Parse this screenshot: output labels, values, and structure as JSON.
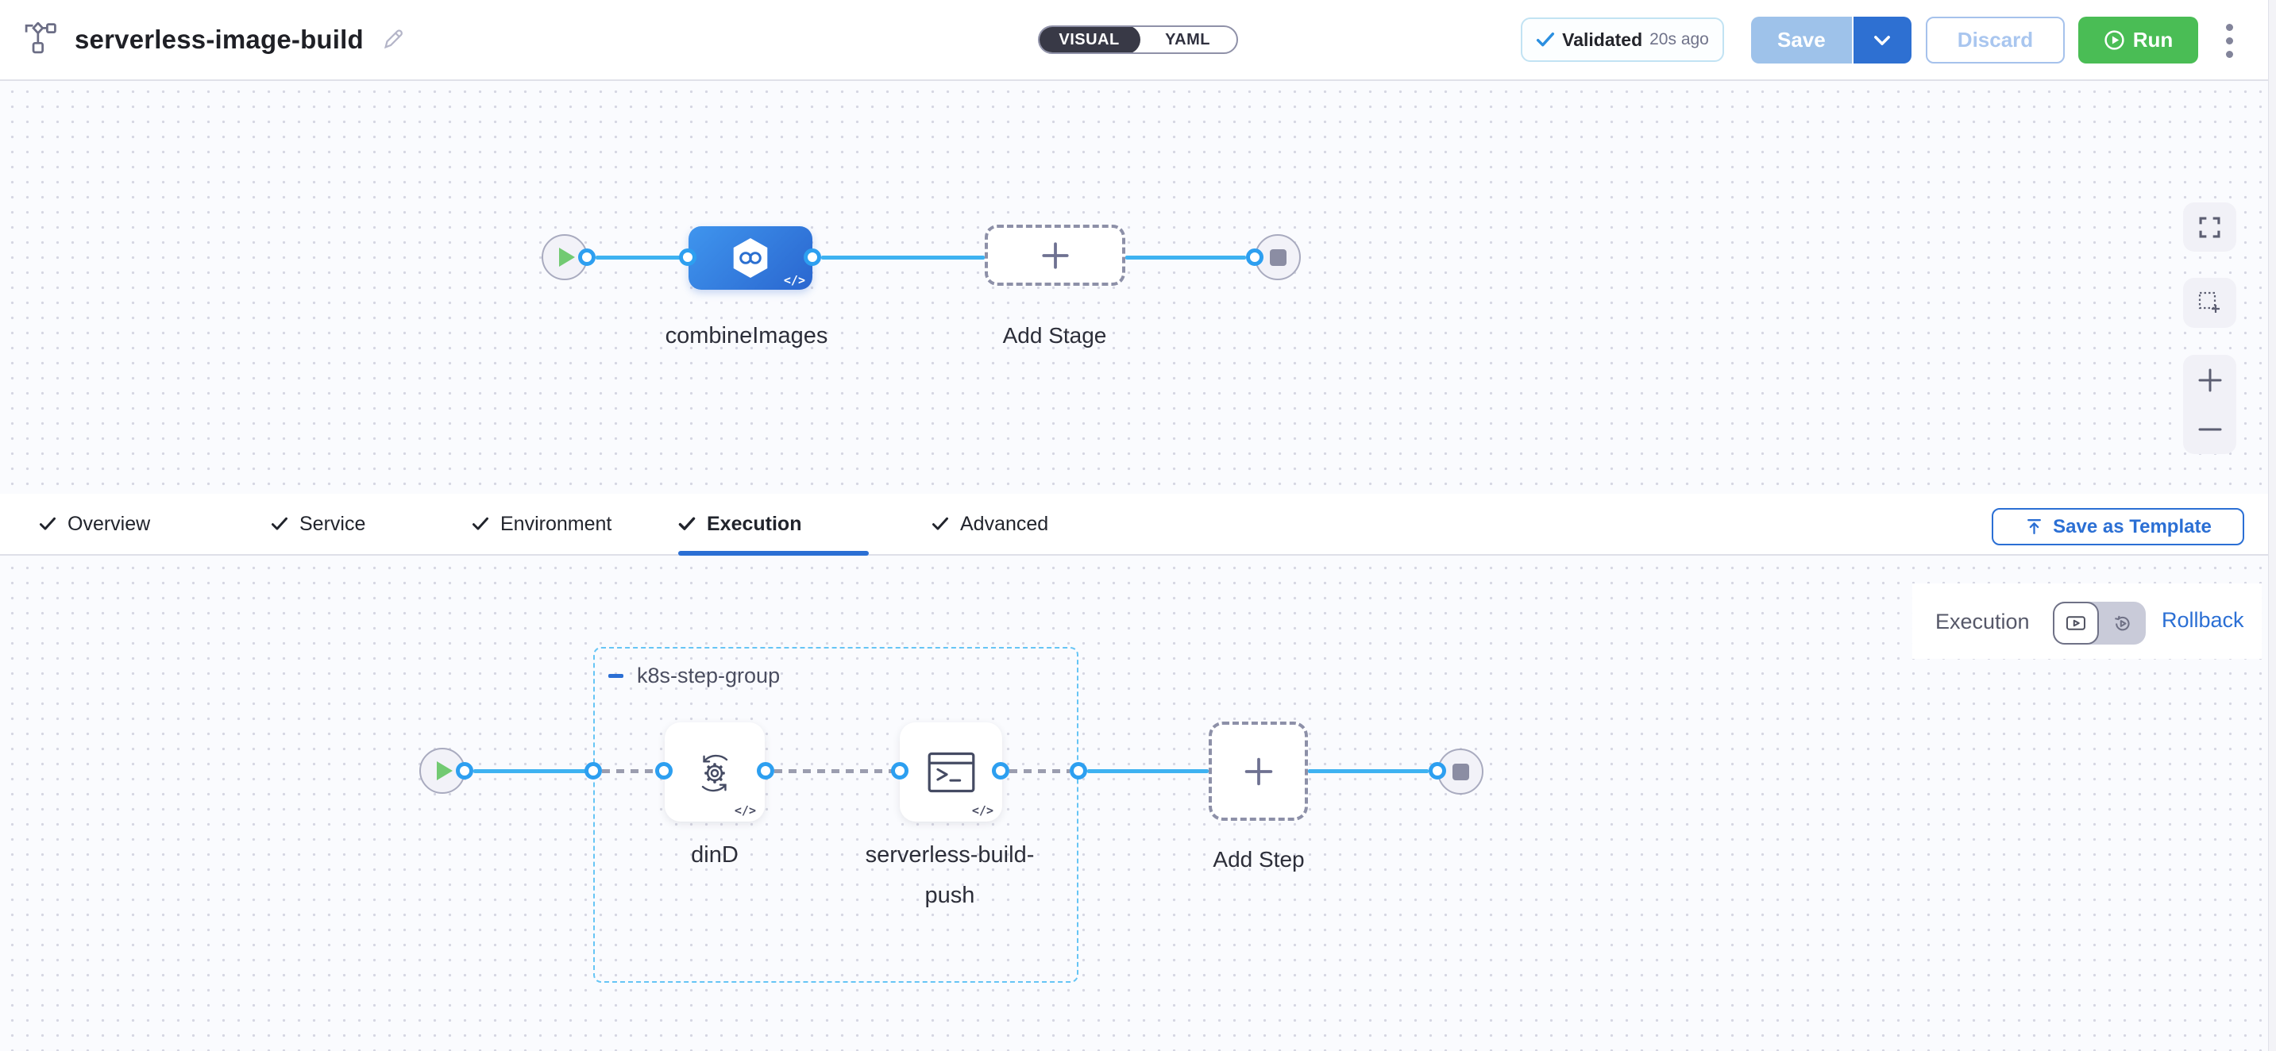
{
  "header": {
    "title": "serverless-image-build",
    "mode_toggle": {
      "visual": "VISUAL",
      "yaml": "YAML"
    },
    "validation": {
      "label": "Validated",
      "time": "20s ago"
    },
    "save_label": "Save",
    "discard_label": "Discard",
    "run_label": "Run"
  },
  "stage_canvas": {
    "stage_label": "combineImages",
    "stage_code_icon": "</>",
    "add_stage_label": "Add Stage"
  },
  "tabs": {
    "items": [
      {
        "label": "Overview"
      },
      {
        "label": "Service"
      },
      {
        "label": "Environment"
      },
      {
        "label": "Execution",
        "active": true
      },
      {
        "label": "Advanced"
      }
    ],
    "save_as_template_label": "Save as Template"
  },
  "execution_bar": {
    "label": "Execution",
    "rollback_label": "Rollback"
  },
  "step_canvas": {
    "group_label": "k8s-step-group",
    "step1_label": "dinD",
    "step1_code_icon": "</>",
    "step2_label": "serverless-build-push",
    "step2_code_icon": "</>",
    "add_step_label": "Add Step"
  },
  "colors": {
    "accent_blue": "#2b6fd4",
    "run_green": "#4abd55",
    "connector_blue": "#3eb2f1",
    "port_blue": "#2d9ff0",
    "node_gradient_start": "#3f95ee",
    "node_gradient_end": "#2a66cf",
    "group_border": "#66c5f5",
    "toggle_dark": "#383946"
  }
}
